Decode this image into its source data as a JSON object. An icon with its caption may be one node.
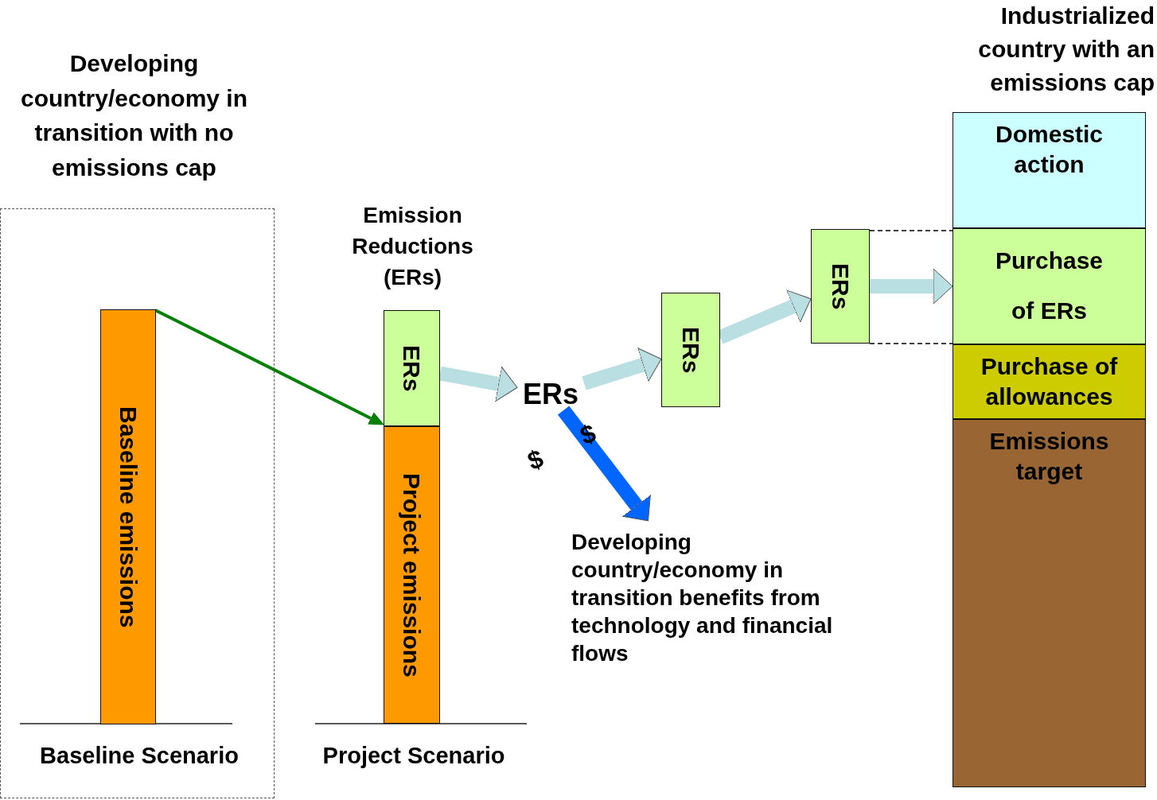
{
  "diagram": {
    "nodes": [
      {
        "text": [
          "Developing country/economy in transition with no emissions cap"
        ]
      },
      {
        "text": [
          "Baseline emissions"
        ],
        "in": 0
      },
      {
        "text": [
          "ERs"
        ],
        "beside": [
          "Emission Reductions (ERs)"
        ]
      },
      {
        "text": [
          "Project emissions"
        ]
      },
      {
        "text": [
          "ERs"
        ]
      },
      {
        "text": [
          "ERs"
        ]
      },
      {
        "text": [
          "ERs"
        ]
      },
      {
        "text": [
          "Domestic action"
        ],
        "beside": [
          "Industrialized country with an emissions cap"
        ]
      },
      {
        "text": [
          "Purchase of ERs"
        ]
      },
      {
        "text": [
          "Purchase of allowances"
        ]
      },
      {
        "text": [
          "Emissions target"
        ]
      },
      {
        "text": [
          "Developing country/economy in transition benefits from technology and financial flows"
        ]
      }
    ],
    "edges": [
      {
        "from": 1,
        "to": 2,
        "arrow": "to",
        "color": "#008000"
      },
      {
        "from": 2,
        "to": 4,
        "arrow": "to"
      },
      {
        "from": 4,
        "to": 5,
        "arrow": "to"
      },
      {
        "from": 5,
        "to": 6,
        "arrow": "to"
      },
      {
        "from": 6,
        "to": 8,
        "arrow": "to"
      },
      {
        "from": 6,
        "to": 8,
        "arrow": "none",
        "style": "dashed",
        "color": "#000000"
      },
      {
        "from": 6,
        "to": 8,
        "arrow": "none",
        "style": "dashed",
        "color": "#000000"
      },
      {
        "from": 4,
        "to": 11,
        "arrow": "to",
        "color": "#0066ff"
      }
    ],
    "labels": [
      "Baseline Scenario",
      "Project Scenario",
      "$",
      "$"
    ]
  }
}
